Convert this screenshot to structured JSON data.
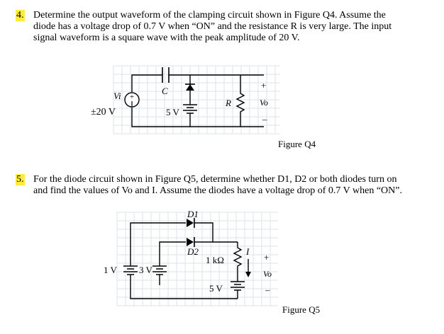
{
  "q4": {
    "number": "4.",
    "text_lines": [
      "Determine the output waveform of the clamping circuit shown in Figure Q4. Assume the",
      "diode has a voltage drop of 0.7 V when “ON” and the resistance R is very large. The input",
      "signal waveform is a square wave with the peak amplitude of 20 V."
    ],
    "figure": {
      "caption": "Figure Q4",
      "labels": {
        "vi": "Vi",
        "amp": "±20 V",
        "cap": "C",
        "bat": "5 V",
        "res": "R",
        "plus": "+",
        "vo": "Vo",
        "minus": "–"
      }
    }
  },
  "q5": {
    "number": "5.",
    "text_lines": [
      "For the diode circuit shown in Figure Q5, determine whether D1, D2 or both diodes turn on",
      "and find the values of Vo and I. Assume the diodes have a voltage drop of 0.7 V when “ON”."
    ],
    "figure": {
      "caption": "Figure Q5",
      "labels": {
        "d1": "D1",
        "d2": "D2",
        "res": "1 kΩ",
        "cur": "I",
        "bat1": "1 V",
        "bat2": "3 V",
        "bat3": "5 V",
        "plus": "+",
        "vo": "Vo",
        "minus": "–"
      }
    }
  }
}
